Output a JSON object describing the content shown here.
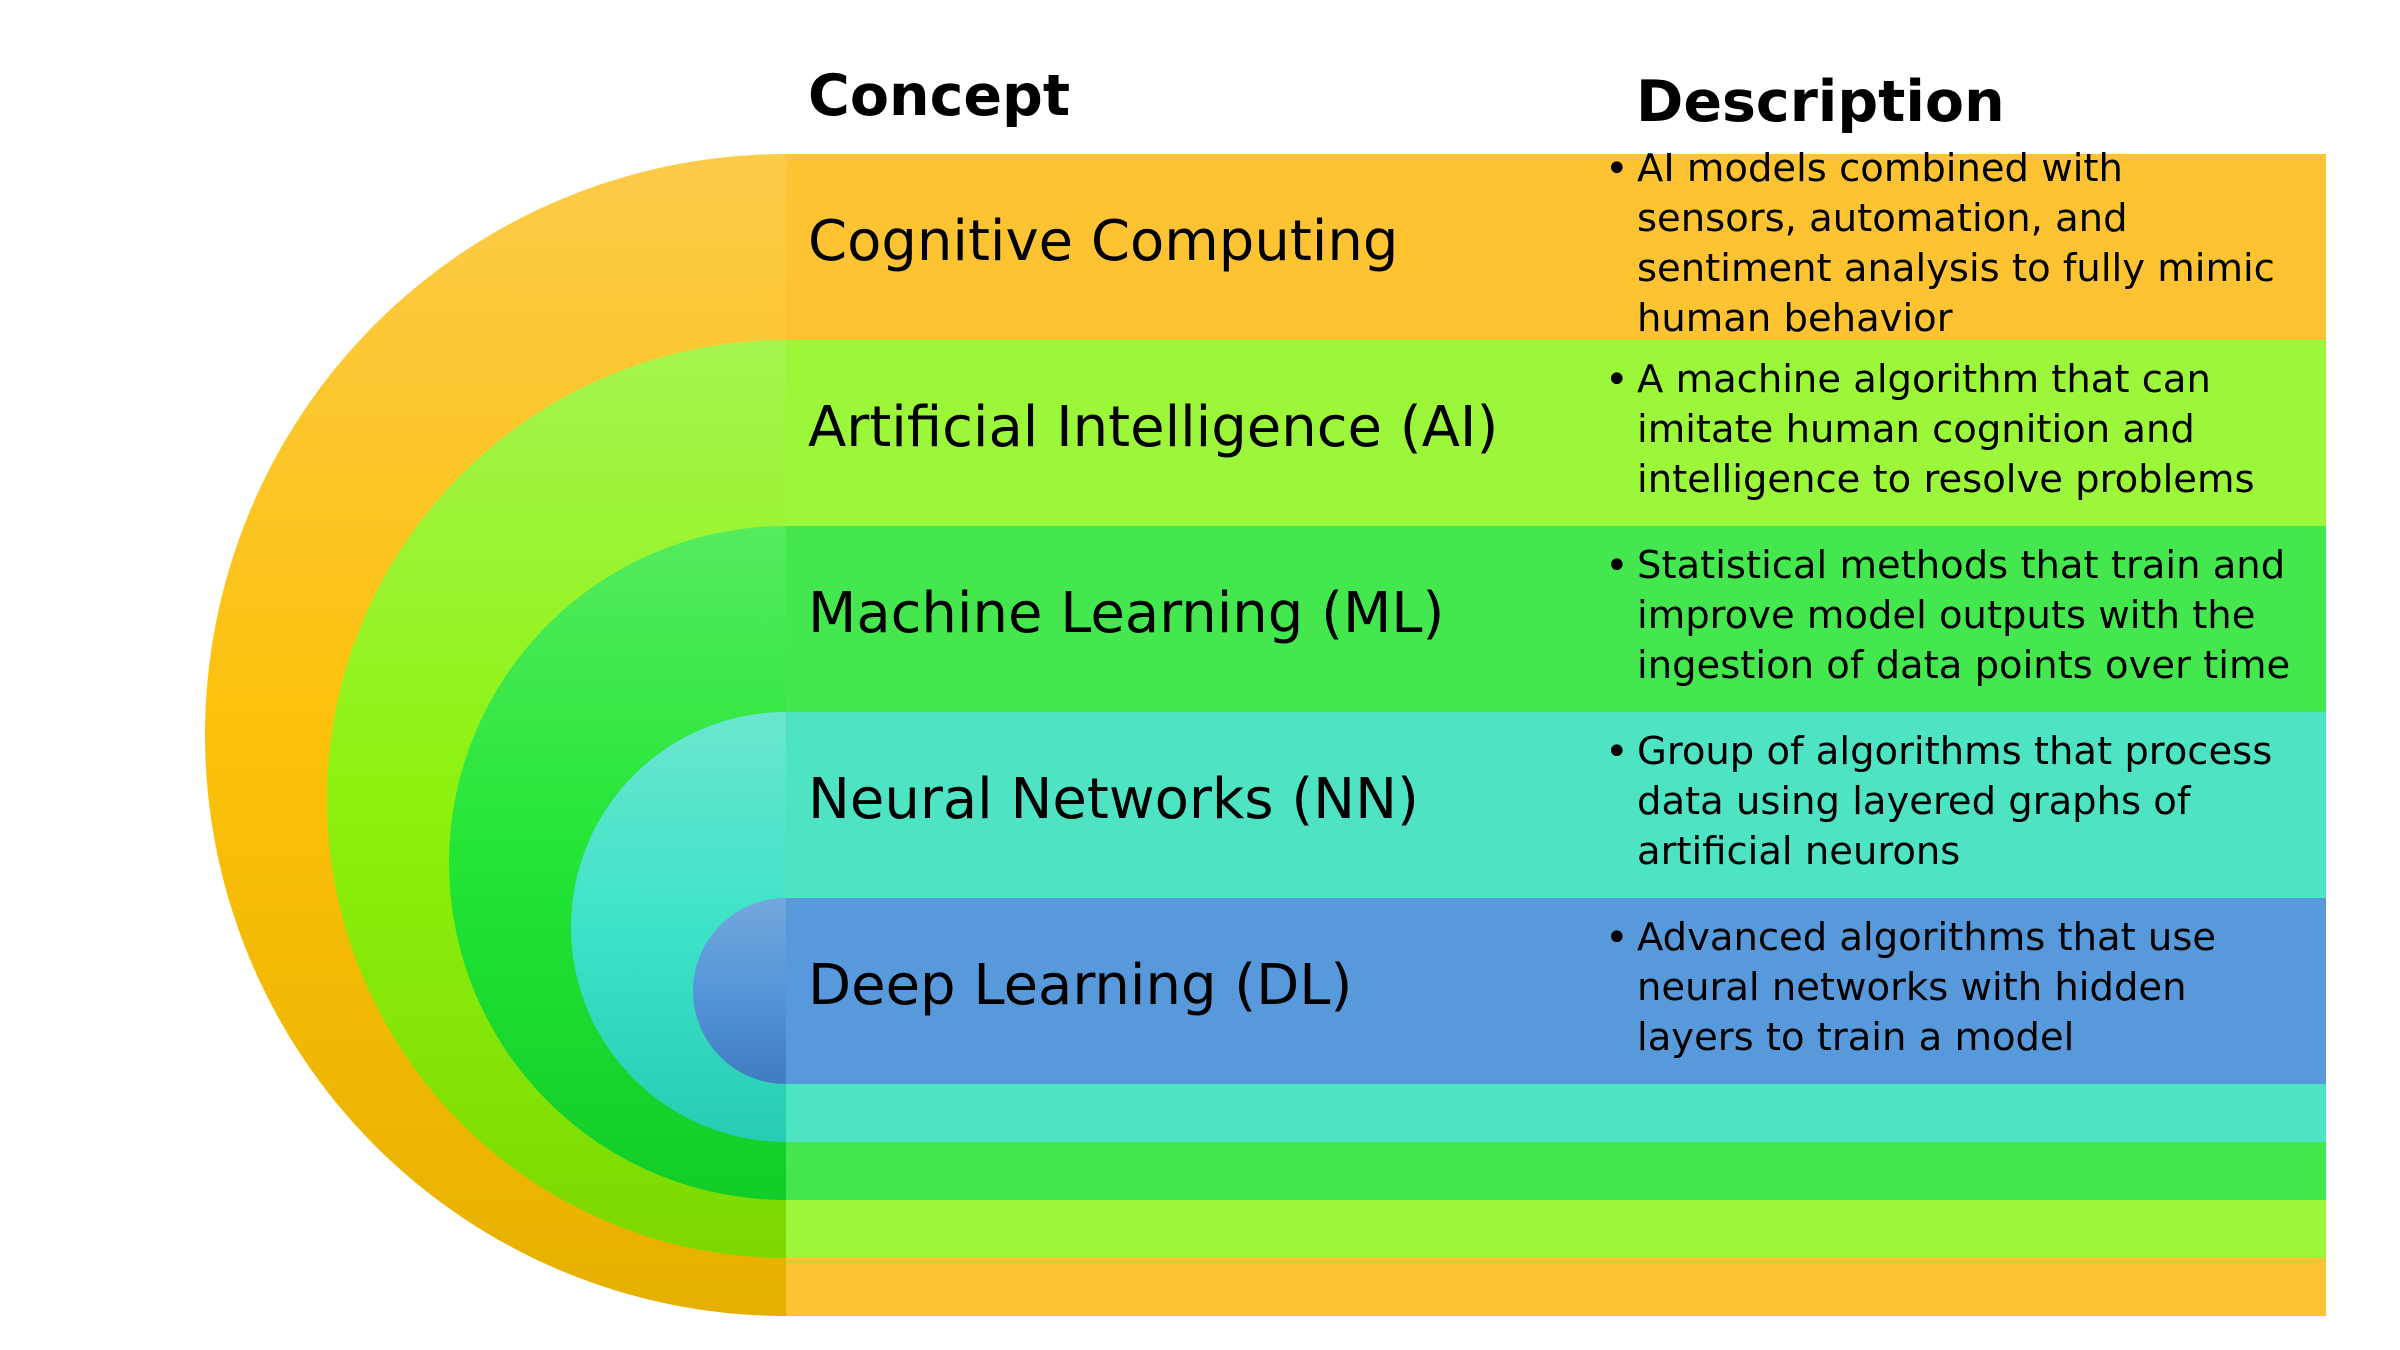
{
  "headers": {
    "concept": "Concept",
    "description": "Description"
  },
  "layers": [
    {
      "concept": "Cognitive Computing",
      "description": "AI models combined with sensors, automation, and sentiment analysis to fully mimic human behavior",
      "colors": {
        "band": "#FDC332",
        "arc_light": "#FDCB4A",
        "arc_mid": "#FCC10A",
        "arc_dark": "#E6B000"
      }
    },
    {
      "concept": "Artificial Intelligence (AI)",
      "description": "A machine algorithm that can imitate human cognition and intelligence to resolve problems",
      "colors": {
        "band": "#9CF73B",
        "arc_light": "#A6F550",
        "arc_mid": "#8CF20E",
        "arc_dark": "#7DD800"
      }
    },
    {
      "concept": "Machine Learning (ML)",
      "description": "Statistical methods that train and improve model outputs with the ingestion of data points over time",
      "colors": {
        "band": "#44E84E",
        "arc_light": "#55EB5E",
        "arc_mid": "#22E535",
        "arc_dark": "#12CC28"
      }
    },
    {
      "concept": "Neural Networks (NN)",
      "description": "Group of algorithms that process data using layered graphs of artificial neurons",
      "colors": {
        "band": "#4DE3C3",
        "arc_light": "#6BE6D0",
        "arc_mid": "#3DE3C8",
        "arc_dark": "#28CBB3"
      }
    },
    {
      "concept": "Deep Learning (DL)",
      "description": "Advanced algorithms that use neural networks with hidden layers to train a model",
      "colors": {
        "band": "#5899DB",
        "arc_light": "#74A7DC",
        "arc_mid": "#5596D8",
        "arc_dark": "#3F7CC2"
      }
    }
  ]
}
